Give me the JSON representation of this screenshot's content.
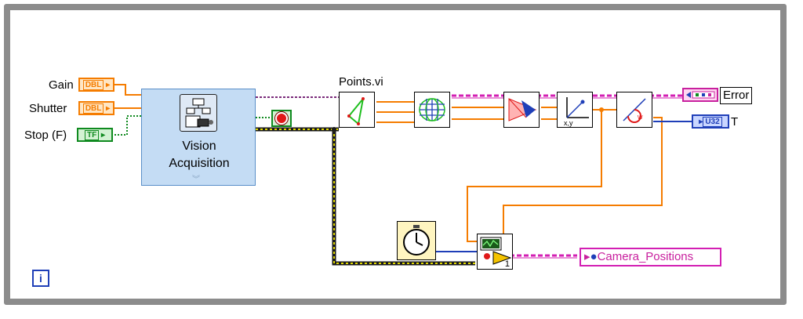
{
  "controls": {
    "gain_label": "Gain",
    "gain_type": "DBL",
    "shutter_label": "Shutter",
    "shutter_type": "DBL",
    "stop_label": "Stop (F)",
    "stop_type": "TF"
  },
  "express_vi": {
    "title_line1": "Vision",
    "title_line2": "Acquisition"
  },
  "subvi": {
    "points_label": "Points.vi",
    "merge_count": "1"
  },
  "indicators": {
    "error_label": "Error",
    "t_label": "T",
    "t_type": "U32",
    "camera_positions": "Camera_Positions"
  },
  "colors": {
    "frame": "#8c8c8c",
    "wire_orange": "#f57c00",
    "wire_pink": "#d31fb3",
    "wire_blue": "#1f3fb8",
    "wire_green": "#0f8a1f",
    "image_wire": "#7a2a7a",
    "express_bg": "#c4dcf4"
  }
}
